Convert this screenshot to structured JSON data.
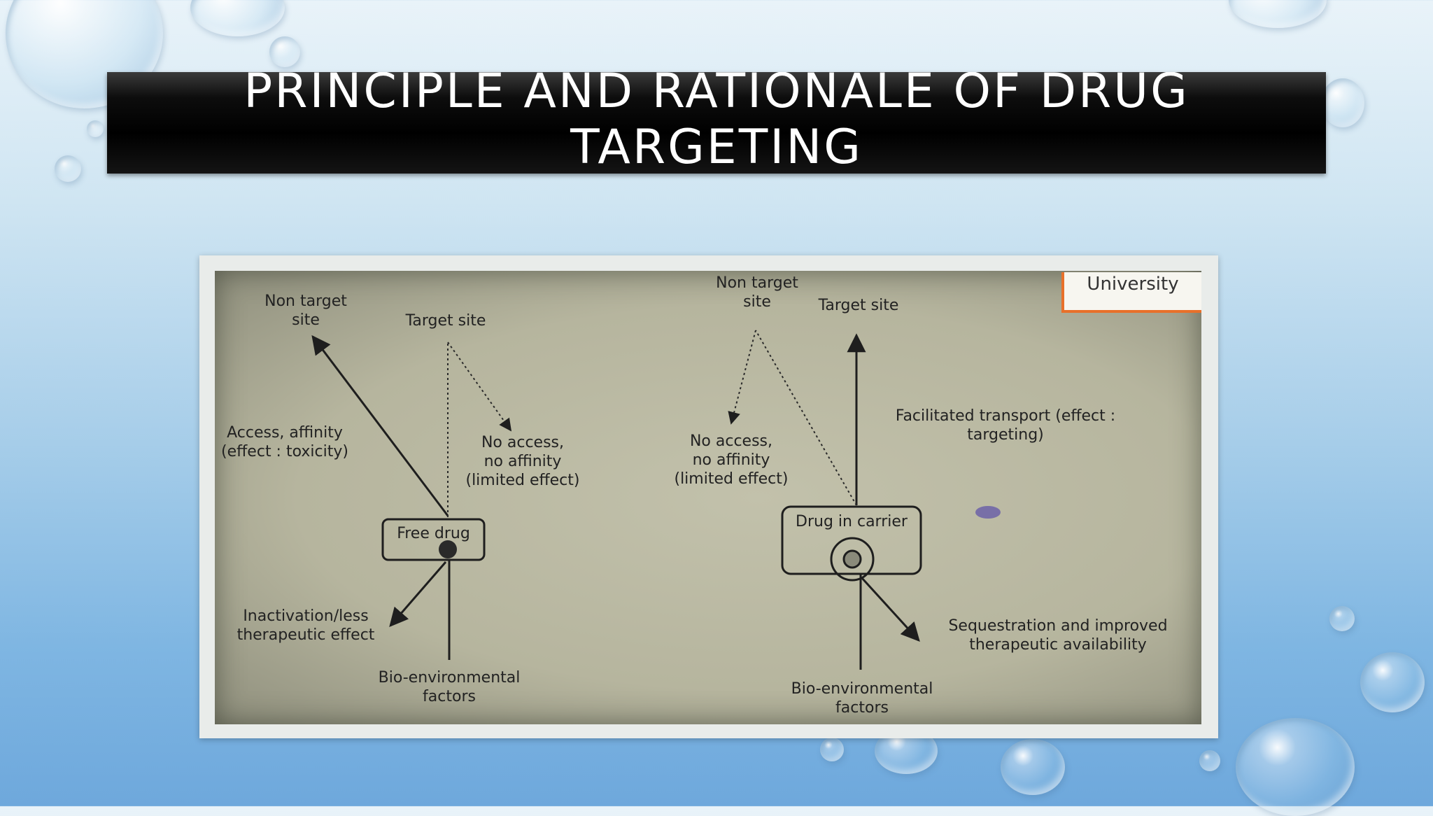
{
  "slide": {
    "title": "PRINCIPLE AND RATIONALE OF DRUG TARGETING"
  },
  "figure": {
    "corner_label": "University",
    "left": {
      "non_target_site": "Non target\nsite",
      "target_site": "Target site",
      "access_affinity": "Access, affinity\n(effect : toxicity)",
      "no_access": "No access,\nno affinity\n(limited effect)",
      "box_label": "Free drug",
      "inactivation": "Inactivation/less\ntherapeutic effect",
      "bio_env": "Bio-environmental\nfactors"
    },
    "right": {
      "non_target_site": "Non target\nsite",
      "target_site": "Target site",
      "facilitated": "Facilitated transport (effect :\ntargeting)",
      "no_access": "No access,\nno affinity\n(limited effect)",
      "box_label": "Drug in carrier",
      "sequestration": "Sequestration and improved\ntherapeutic availability",
      "bio_env": "Bio-environmental\nfactors"
    }
  },
  "colors": {
    "title_bar": "#000000",
    "title_text": "#ffffff",
    "frame": "#e9ecea",
    "photo_paper": "#b6b59e",
    "accent_border": "#e8702a"
  }
}
